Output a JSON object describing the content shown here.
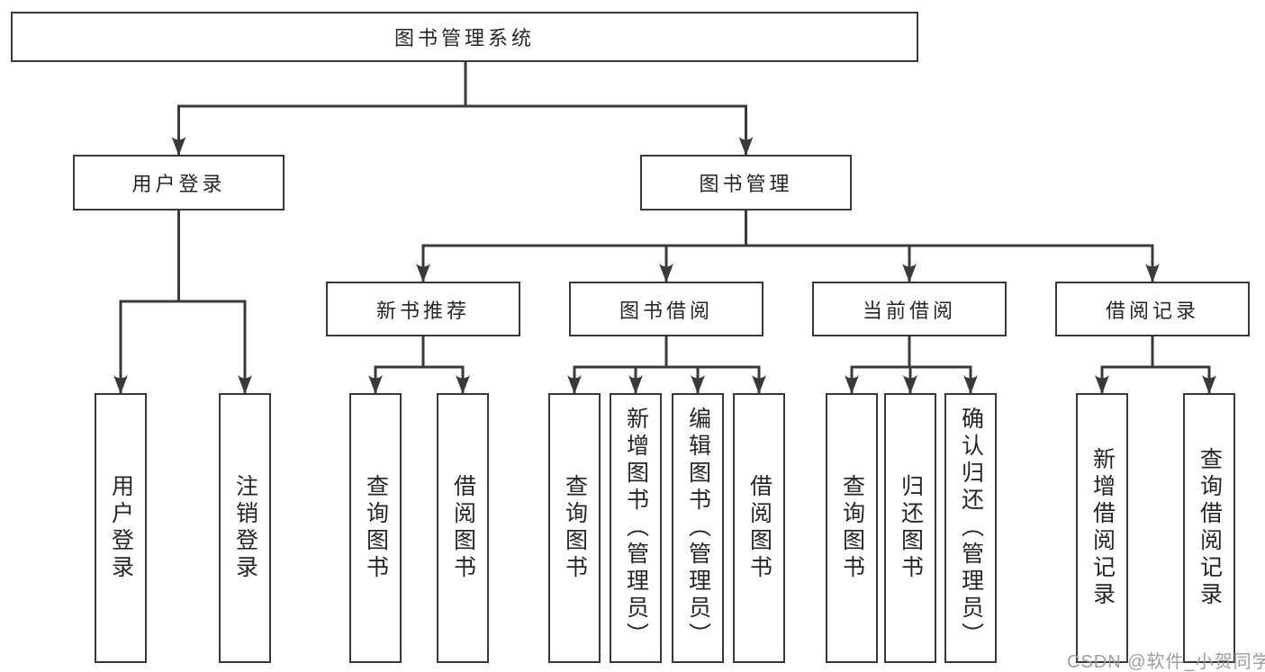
{
  "diagram": {
    "tree": {
      "root": {
        "label": "图书管理系统",
        "children": [
          {
            "label": "用户登录",
            "children": [
              {
                "label": "用户登录"
              },
              {
                "label": "注销登录"
              }
            ]
          },
          {
            "label": "图书管理",
            "children": [
              {
                "label": "新书推荐",
                "children": [
                  {
                    "label": "查询图书"
                  },
                  {
                    "label": "借阅图书"
                  }
                ]
              },
              {
                "label": "图书借阅",
                "children": [
                  {
                    "label": "查询图书"
                  },
                  {
                    "label": "新增图书（管理员）"
                  },
                  {
                    "label": "编辑图书（管理员）"
                  },
                  {
                    "label": "借阅图书"
                  }
                ]
              },
              {
                "label": "当前借阅",
                "children": [
                  {
                    "label": "查询图书"
                  },
                  {
                    "label": "归还图书"
                  },
                  {
                    "label": "确认归还（管理员）"
                  }
                ]
              },
              {
                "label": "借阅记录",
                "children": [
                  {
                    "label": "新增借阅记录"
                  },
                  {
                    "label": "查询借阅记录"
                  }
                ]
              }
            ]
          }
        ]
      }
    },
    "colors": {
      "line": "#3a3a3a",
      "box_border": "#383838",
      "text": "#262626",
      "watermark": "#9e9e9e",
      "background": "#ffffff"
    }
  },
  "watermark": {
    "text": "CSDN @软件_小贺同学"
  }
}
